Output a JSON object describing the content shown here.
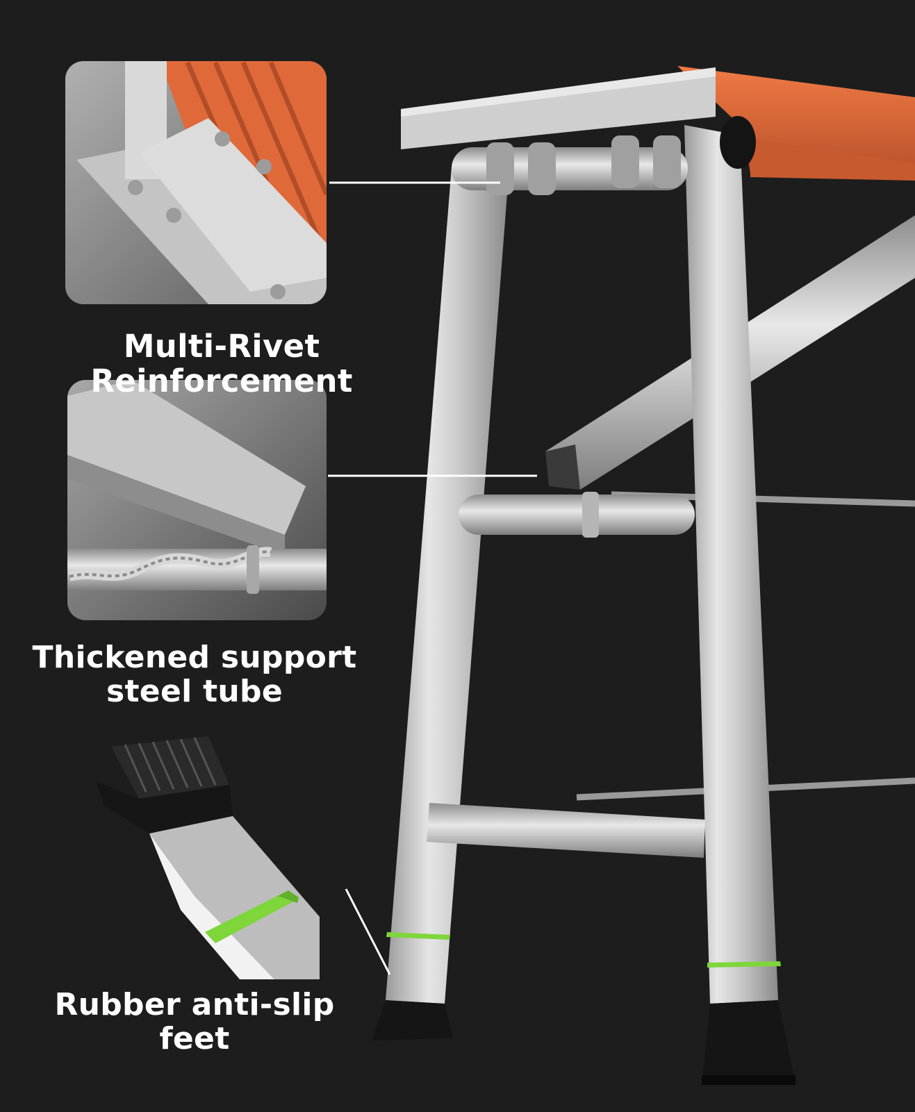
{
  "callouts": {
    "rivet": {
      "text": "Multi-Rivet Reinforcement"
    },
    "tube": {
      "line1": "Thickened support",
      "line2": "steel tube"
    },
    "feet": {
      "text": "Rubber anti-slip feet"
    }
  },
  "colors": {
    "background": "#1d1d1d",
    "frame_silver": "#c4c4c4",
    "tread_orange": "#e0693a",
    "rubber_black": "#151515",
    "accent_green": "#7ed63a",
    "text": "#ffffff"
  },
  "icons": {
    "rivet_inset": "rivet-closeup-photo",
    "tube_inset": "steel-tube-closeup-photo",
    "feet_inset": "rubber-foot-closeup-photo"
  }
}
